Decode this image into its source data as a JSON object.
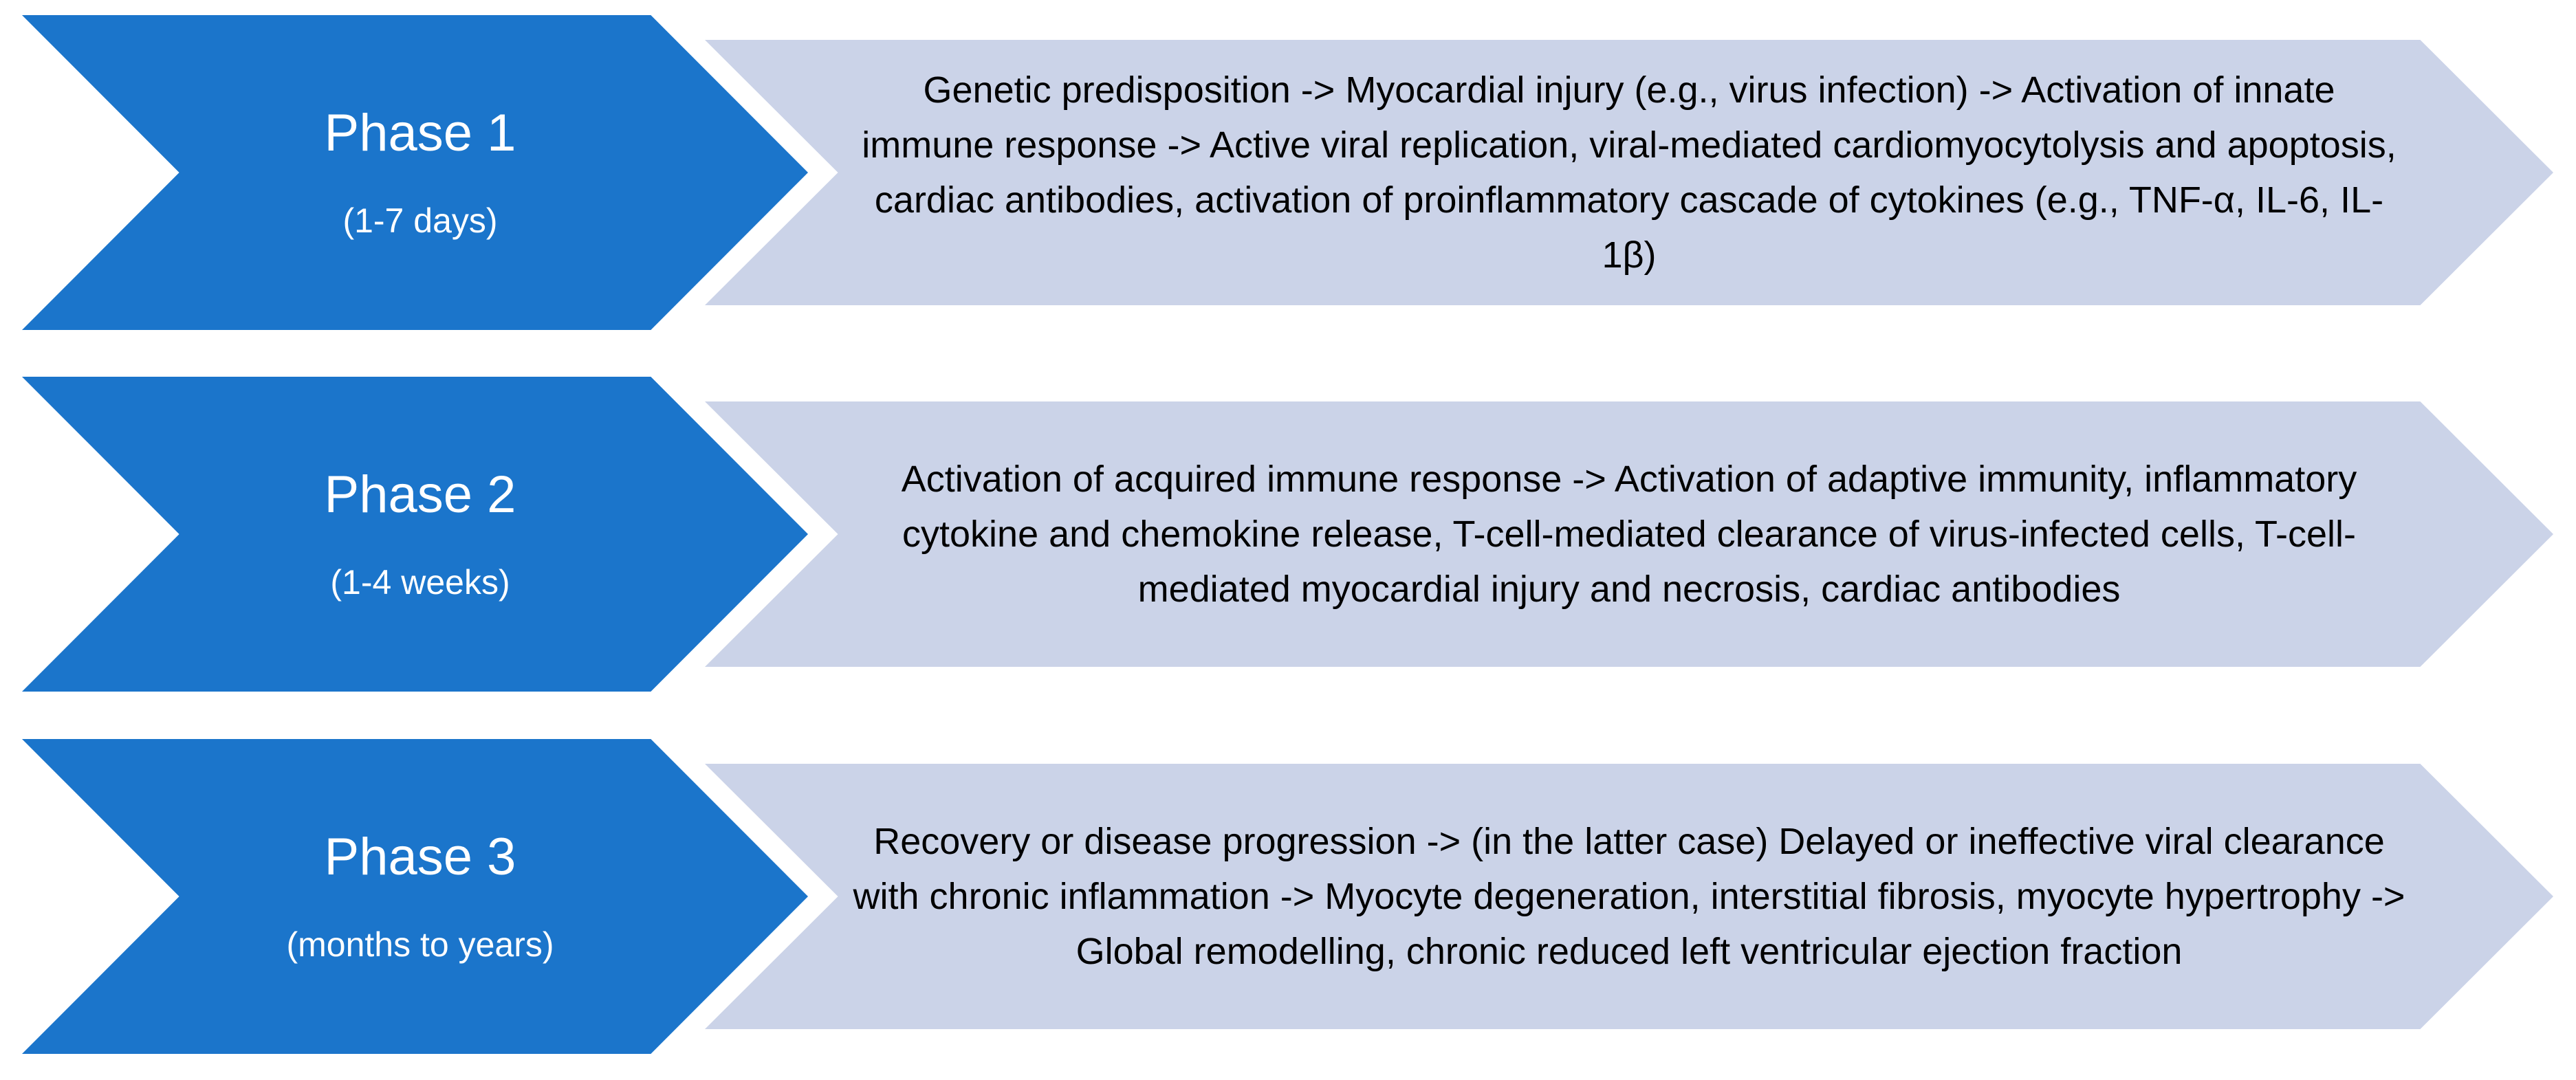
{
  "diagram": {
    "type": "chevron-process-flow",
    "orientation": "vertical-stack",
    "colors": {
      "chevron_fill": "#1B75CB",
      "chevron_text": "#FFFFFF",
      "arrow_fill": "#CBD3E8",
      "arrow_text": "#000000",
      "background": "#FFFFFF"
    },
    "phases": [
      {
        "title": "Phase 1",
        "duration": "(1-7 days)",
        "description": "Genetic predisposition -> Myocardial injury (e.g., virus infection) -> Activation of innate immune response -> Active viral replication, viral-mediated cardiomyocytolysis and apoptosis, cardiac antibodies, activation of proinflammatory cascade of cytokines (e.g., TNF-α, IL-6, IL-1β)"
      },
      {
        "title": "Phase 2",
        "duration": "(1-4 weeks)",
        "description": "Activation of acquired immune response -> Activation of adaptive immunity, inflammatory cytokine and chemokine release, T-cell-mediated clearance of virus-infected cells, T-cell-mediated myocardial injury and necrosis, cardiac antibodies"
      },
      {
        "title": "Phase 3",
        "duration": "(months to years)",
        "description": "Recovery or disease progression -> (in the latter case) Delayed or ineffective viral clearance with chronic inflammation -> Myocyte degeneration, interstitial fibrosis, myocyte hypertrophy -> Global remodelling, chronic reduced left ventricular ejection fraction"
      }
    ]
  }
}
